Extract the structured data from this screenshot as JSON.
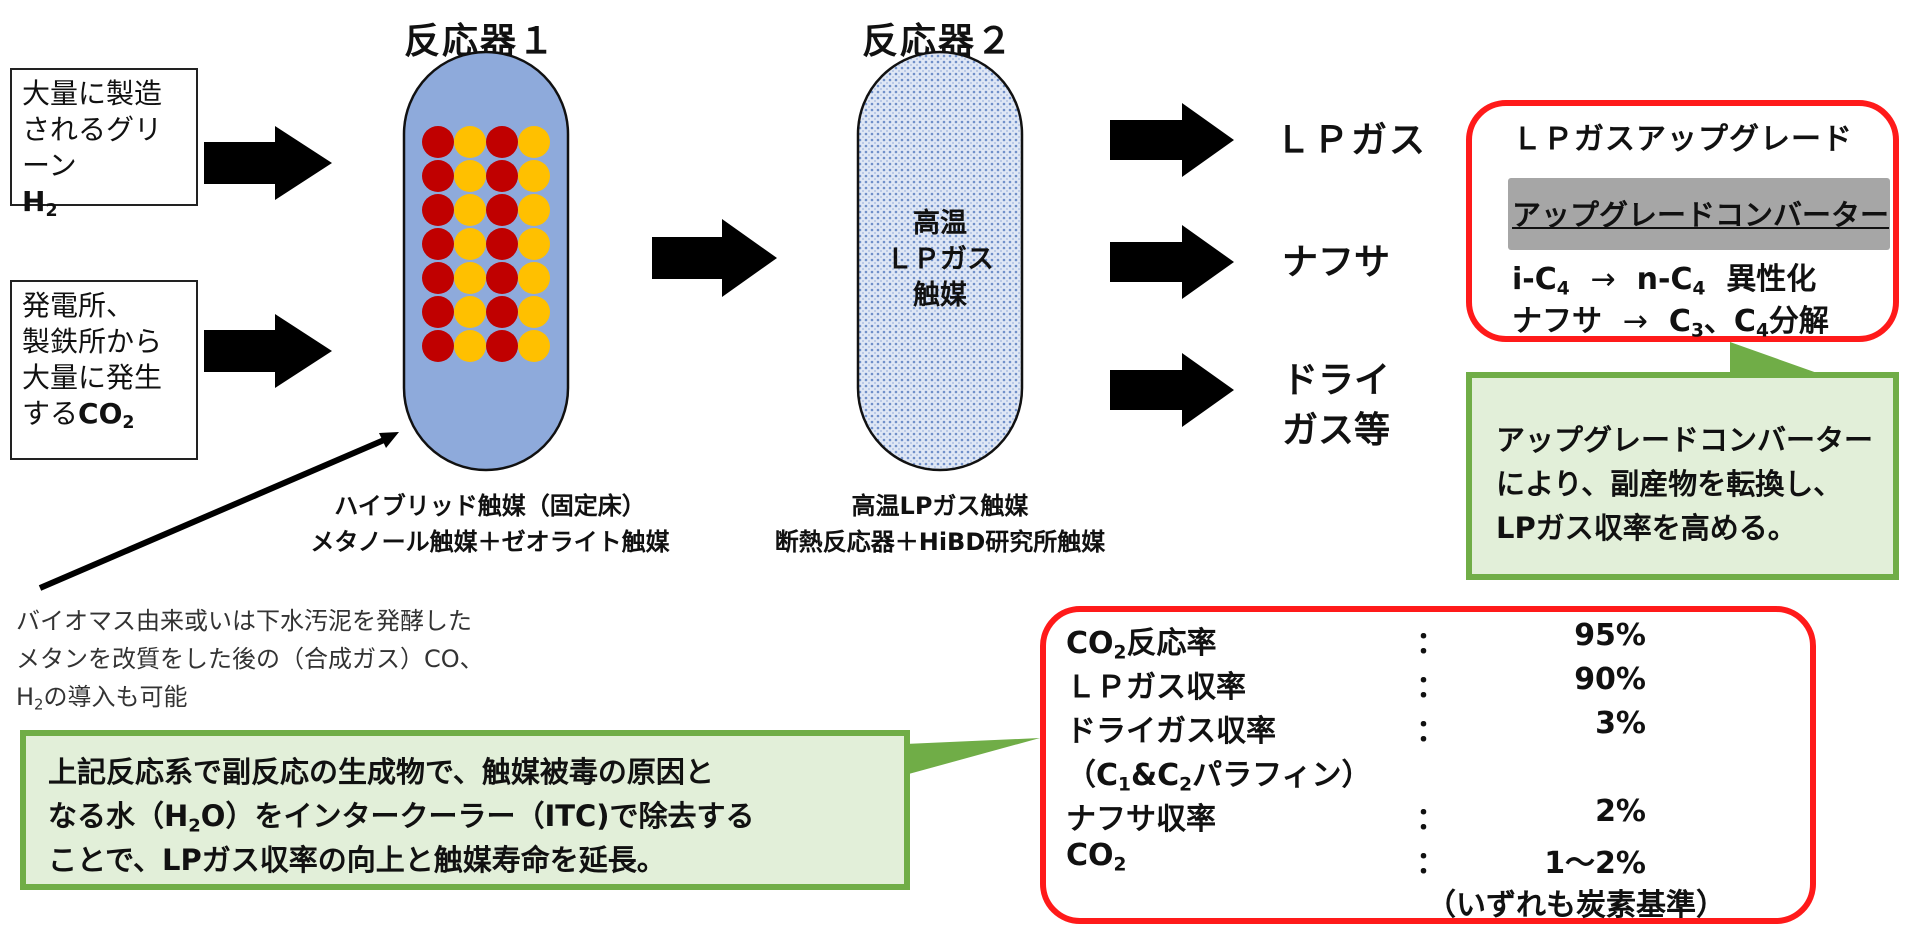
{
  "reactor1": {
    "title": "反応器１",
    "caption1": "ハイブリッド触媒（固定床）",
    "caption2": "メタノール触媒＋ゼオライト触媒"
  },
  "reactor2": {
    "title": "反応器２",
    "inner": [
      "高温",
      "ＬＰガス",
      "触媒"
    ],
    "caption1": "高温LPガス触媒",
    "caption2": "断熱反応器＋HiBD研究所触媒"
  },
  "input_h2": {
    "line1": "大量に製造",
    "line2": "されるグリーン",
    "line3": "H",
    "line3_sub": "2"
  },
  "input_co2": {
    "line1": "発電所、",
    "line2": "製鉄所から",
    "line3": "大量に発生",
    "line4": "する",
    "line4_bold": "CO",
    "line4_sub": "2"
  },
  "products": {
    "lpg": "ＬＰガス",
    "naphtha": "ナフサ",
    "dry1": "ドライ",
    "dry2": "ガス等"
  },
  "upgrade": {
    "title": "ＬＰガスアップグレード",
    "converter": "アップグレードコンバーター",
    "line1": {
      "a": "i-C",
      "a_sub": "4",
      "arrow": "→",
      "b": "n-C",
      "b_sub": "4",
      "c": "異性化"
    },
    "line2": {
      "a": "ナフサ",
      "arrow": "→",
      "b": "C",
      "b_sub": "3",
      "c": "、C",
      "c_sub": "4",
      "d": "分解"
    }
  },
  "upgrade_note": [
    "アップグレードコンバーター",
    "により、副産物を転換し、",
    "LPガス収率を高める。"
  ],
  "biomass_note": {
    "line1": "バイオマス由来或いは下水汚泥を発酵した",
    "line2": "メタンを改質をした後の（合成ガス）CO、",
    "line3_a": "H",
    "line3_sub": "2",
    "line3_b": "の導入も可能"
  },
  "water_note": [
    "上記反応系で副反応の生成物で、触媒被毒の原因と",
    "なる水（H",
    "2",
    "O）をインタークーラー（ITC)で除去する",
    "ことで、LPガス収率の向上と触媒寿命を延長。"
  ],
  "results": {
    "rows": [
      {
        "label_a": "CO",
        "label_sub": "2",
        "label_b": "反応率",
        "colon": "：",
        "value": "95%"
      },
      {
        "label_a": "ＬＰガス収率",
        "colon": "：",
        "value": "90%"
      },
      {
        "label_a": "ドライガス収率",
        "colon": "：",
        "value": "3%"
      },
      {
        "label_a": "（C",
        "label_sub": "1",
        "label_b": "&C",
        "label_sub2": "2",
        "label_c": "パラフィン）"
      },
      {
        "label_a": "ナフサ収率",
        "colon": "：",
        "value": "2%"
      },
      {
        "label_a": "CO",
        "label_sub": "2",
        "colon": "：",
        "value": "1～2%"
      }
    ],
    "note": "（いずれも炭素基準）"
  },
  "colors": {
    "reactor1_fill": "#8eaadb",
    "red_ball": "#c00000",
    "yellow_ball": "#ffc000",
    "red_border": "#ff1a1a",
    "green_border": "#70ad47",
    "green_fill": "#e2efd9",
    "grey_band": "#a6a6a6"
  }
}
